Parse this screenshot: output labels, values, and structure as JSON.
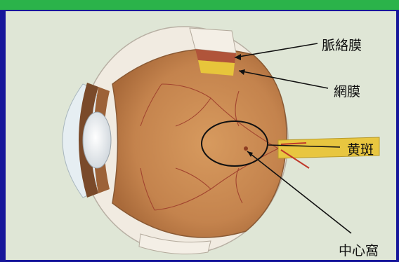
{
  "labels": {
    "choroid": "脈絡膜",
    "retina": "網膜",
    "macula": "黄斑",
    "fovea": "中心窩"
  },
  "colors": {
    "frame": "#16169a",
    "top_band": "#2bb34a",
    "panel": "#dfe6d6",
    "fundus": "#c8884f",
    "retina": "#e7c53b",
    "sclera": "#f2ece2",
    "vessel": "#a2442f"
  }
}
